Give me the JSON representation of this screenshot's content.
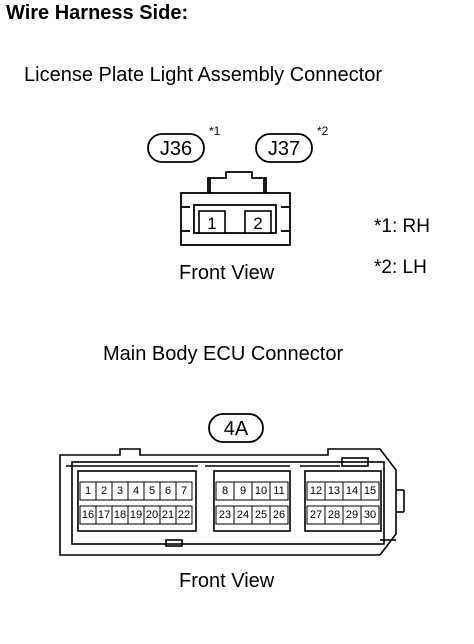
{
  "header": "Wire Harness Side:",
  "license_connector": {
    "title": "License Plate Light Assembly Connector",
    "labels": [
      {
        "code": "J36",
        "note_mark": "*1"
      },
      {
        "code": "J37",
        "note_mark": "*2"
      }
    ],
    "pins": [
      "1",
      "2"
    ],
    "view": "Front View"
  },
  "notes": [
    "*1: RH",
    "*2: LH"
  ],
  "ecu_connector": {
    "title": "Main Body ECU Connector",
    "code": "4A",
    "pins_left_top": [
      "1",
      "2",
      "3",
      "4",
      "5",
      "6",
      "7"
    ],
    "pins_left_bottom": [
      "16",
      "17",
      "18",
      "19",
      "20",
      "21",
      "22"
    ],
    "pins_mid_top": [
      "8",
      "9",
      "10",
      "11"
    ],
    "pins_mid_bottom": [
      "23",
      "24",
      "25",
      "26"
    ],
    "pins_right_top": [
      "12",
      "13",
      "14",
      "15"
    ],
    "pins_right_bottom": [
      "27",
      "28",
      "29",
      "30"
    ],
    "view": "Front View"
  }
}
